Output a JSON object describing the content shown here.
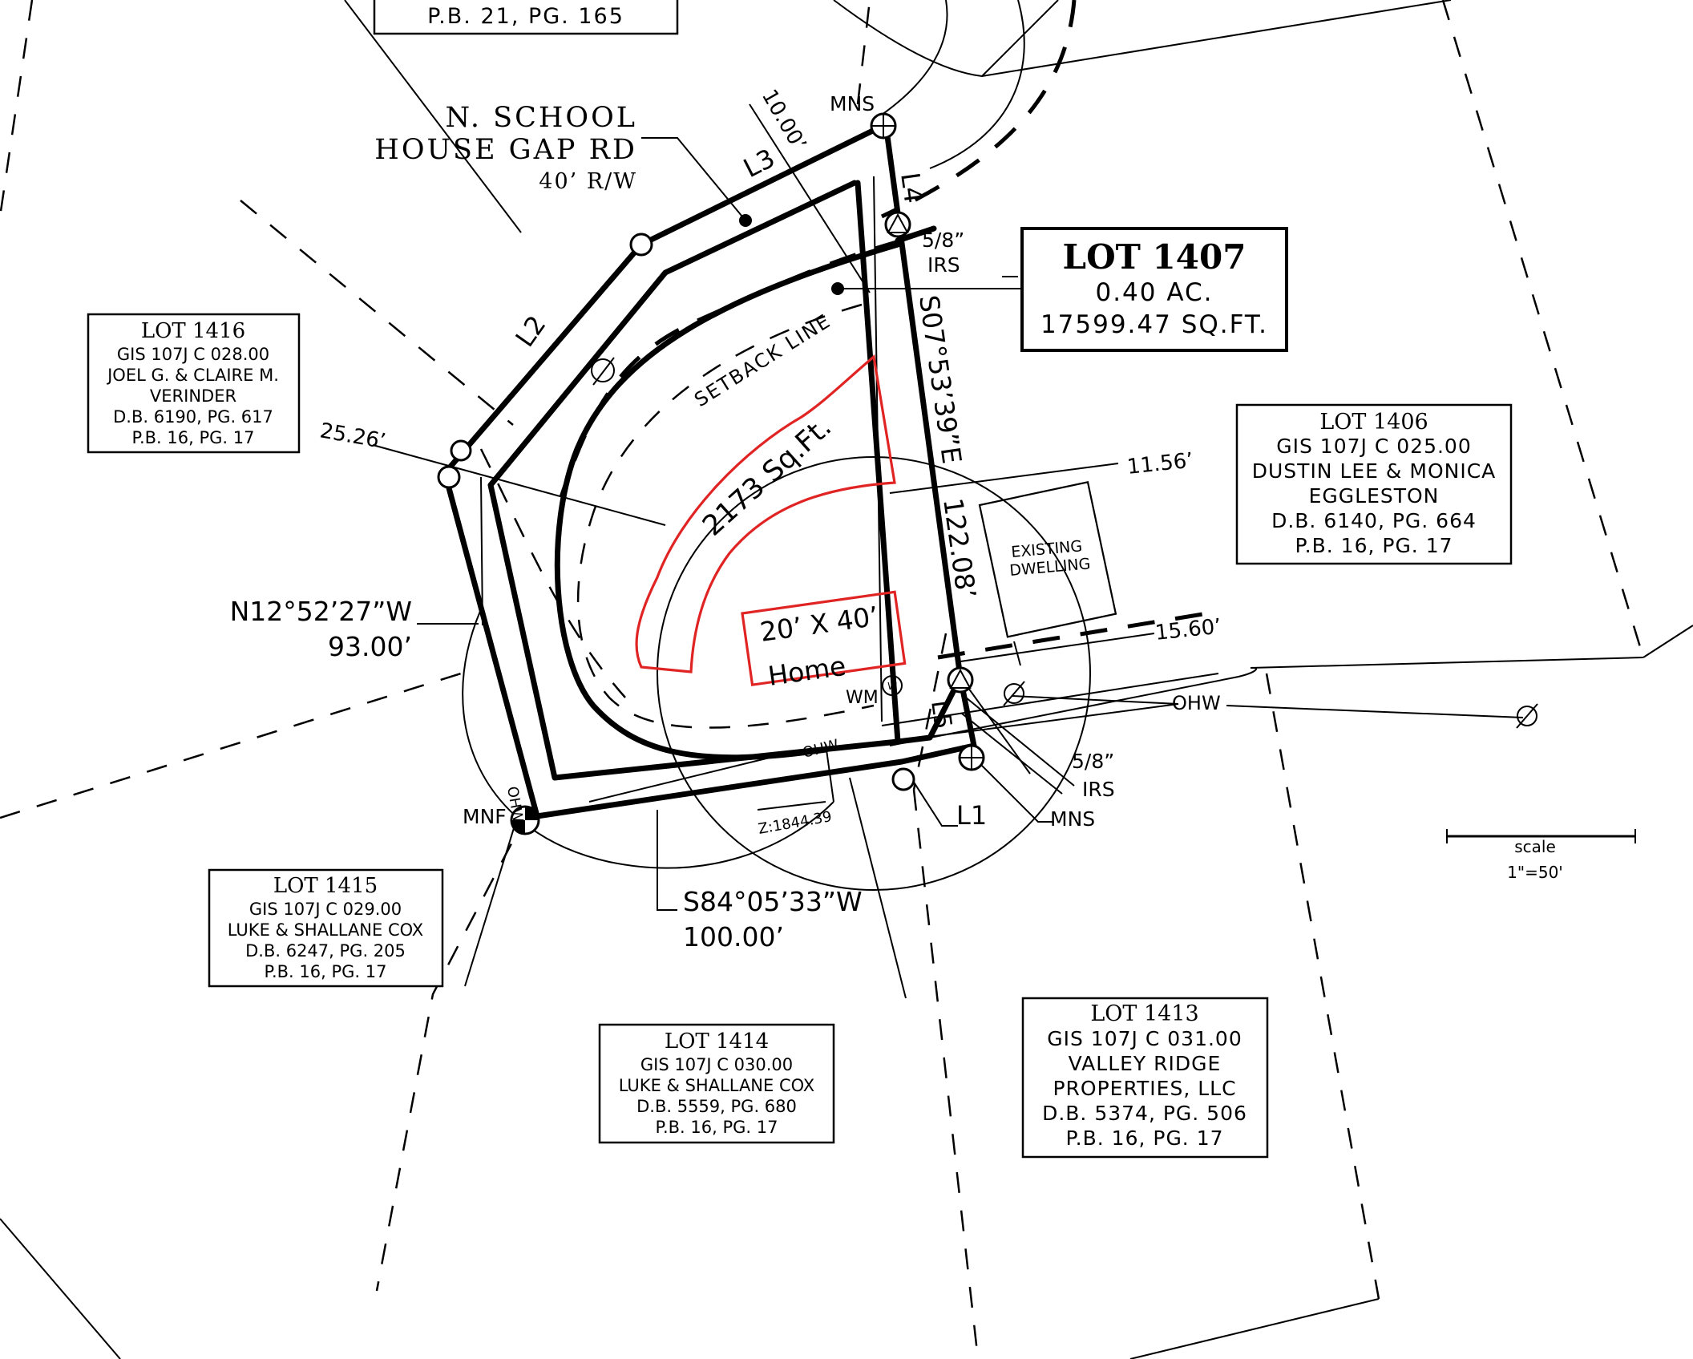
{
  "top_label": {
    "line": "P.B. 21, PG. 165"
  },
  "road": {
    "line1": "N. SCHOOL",
    "line2": "HOUSE GAP RD",
    "line3": "40’ R/W"
  },
  "subject_lot": {
    "title": "LOT 1407",
    "acres": "0.40 AC.",
    "sqft": "17599.47 SQ.FT."
  },
  "lots": {
    "lot_1416": {
      "title": "LOT 1416",
      "l1": "GIS 107J C 028.00",
      "l2": "JOEL G. & CLAIRE M.",
      "l3": "VERINDER",
      "l4": "D.B. 6190, PG. 617",
      "l5": "P.B. 16, PG. 17"
    },
    "lot_1406": {
      "title": "LOT 1406",
      "l1": "GIS 107J C 025.00",
      "l2": "DUSTIN LEE & MONICA",
      "l3": "EGGLESTON",
      "l4": "D.B. 6140, PG. 664",
      "l5": "P.B. 16, PG. 17"
    },
    "lot_1415": {
      "title": "LOT 1415",
      "l1": "GIS 107J C 029.00",
      "l2": "LUKE & SHALLANE COX",
      "l3": "D.B. 6247, PG. 205",
      "l4": "P.B. 16, PG. 17"
    },
    "lot_1414": {
      "title": "LOT 1414",
      "l1": "GIS 107J C 030.00",
      "l2": "LUKE & SHALLANE COX",
      "l3": "D.B. 5559, PG. 680",
      "l4": "P.B. 16, PG. 17"
    },
    "lot_1413": {
      "title": "LOT 1413",
      "l1": "GIS 107J C 031.00",
      "l2": "VALLEY RIDGE",
      "l3": "PROPERTIES, LLC",
      "l4": "D.B. 5374, PG. 506",
      "l5": "P.B. 16, PG. 17"
    }
  },
  "bearings": {
    "west_bearing": "N12°52’27”W",
    "west_distance": "93.00’",
    "south_bearing": "S84°05’33”W",
    "south_distance": "100.00’",
    "east_bearing": "S07°53’39”E",
    "east_distance": "122.08’"
  },
  "lines": {
    "l1": "L1",
    "l2": "L2",
    "l3": "L3",
    "l4": "L4",
    "l5": "L5"
  },
  "dimensions": {
    "d_10": "10.00’",
    "d_25": "25.26’",
    "d_11": "11.56’",
    "d_15": "15.60’"
  },
  "labels": {
    "setback": "SETBACK LINE",
    "area": "2173 Sq.Ft.",
    "home_l1": "20’ X 40’",
    "home_l2": "Home",
    "existing_l1": "EXISTING",
    "existing_l2": "DWELLING",
    "wm": "WM",
    "w_symbol": "W",
    "ohw_right": "OHW",
    "ohw_mid": "OHW",
    "ohw_left": "OHW",
    "z_label": "Z:1844.39",
    "mns_top": "MNS",
    "mns_bottom": "MNS",
    "irs_top_a": "5/8”",
    "irs_top_b": "IRS",
    "irs_bot_a": "5/8”",
    "irs_bot_b": "IRS",
    "mnf": "MNF"
  },
  "scale": {
    "label": "scale",
    "value": "1\"=50'"
  },
  "colors": {
    "linework": "#000000",
    "footprint": "#e02424",
    "background": "#ffffff"
  }
}
